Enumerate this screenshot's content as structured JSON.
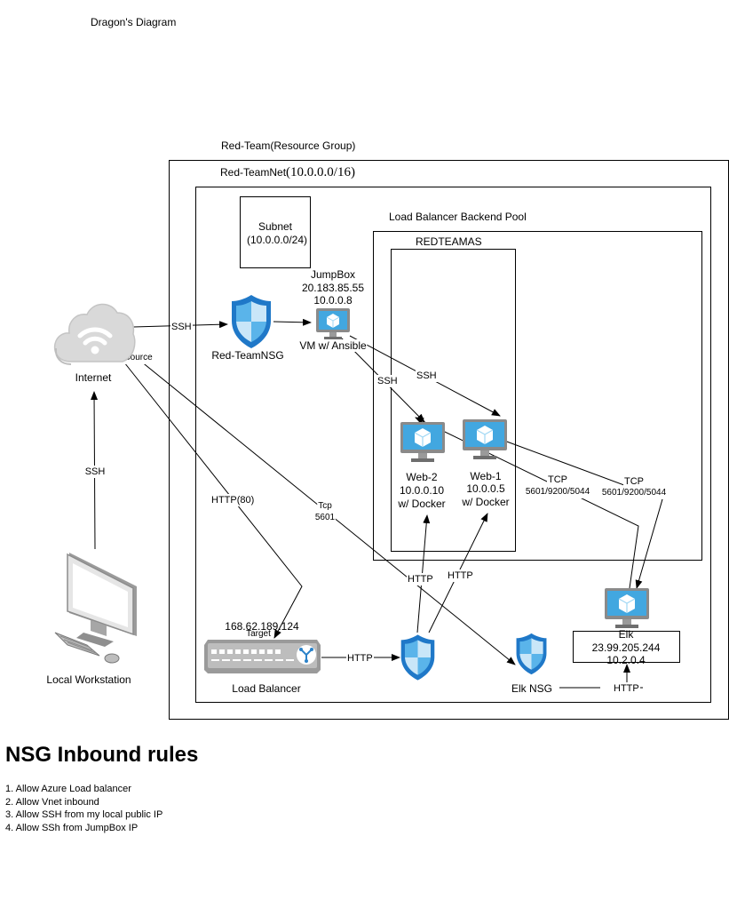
{
  "diagram_title": "Dragon's Diagram",
  "resource_group_label": "Red-Team(Resource Group)",
  "vnet": {
    "name": "Red-TeamNet",
    "cidr": "(10.0.0.0/16)"
  },
  "subnet": {
    "line1": "Subnet",
    "line2": "(10.0.0.0/24)"
  },
  "backend_pool_label": "Load Balancer Backend Pool",
  "availability_set_label": "REDTEAMAS",
  "jumpbox": {
    "name": "JumpBox",
    "public_ip": "20.183.85.55",
    "private_ip": "10.0.0.8",
    "caption": "VM w/ Ansible"
  },
  "red_team_nsg_label": "Red-TeamNSG",
  "internet_label": "Internet",
  "local_workstation_label": "Local Workstation",
  "web2": {
    "name": "Web-2",
    "ip": "10.0.0.10",
    "note": "w/ Docker"
  },
  "web1": {
    "name": "Web-1",
    "ip": "10.0.0.5",
    "note": "w/ Docker"
  },
  "elk": {
    "name": "Elk",
    "public_ip": "23.99.205.244",
    "private_ip": "10.2.0.4"
  },
  "elk_nsg_label": "Elk NSG",
  "load_balancer": {
    "label": "Load Balancer",
    "ip": "168.62.189.124",
    "target": "Target"
  },
  "edges": {
    "ssh_internet_nsg": "SSH",
    "source": "Source",
    "ssh_workstation": "SSH",
    "ssh_jump_web2": "SSH",
    "ssh_jump_web1": "SSH",
    "http_80": "HTTP(80)",
    "tcp_5601_line1": "Tcp",
    "tcp_5601_line2": "5601",
    "tcp_a_line1": "TCP",
    "tcp_a_line2": "5601/9200/5044",
    "tcp_b_line1": "TCP",
    "tcp_b_line2": "5601/9200/5044",
    "http_lb_nsg": "HTTP",
    "http_nsg_web2": "HTTP",
    "http_nsg_web1": "HTTP",
    "http_elk": "HTTP"
  },
  "nsg_rules_title": "NSG Inbound rules",
  "nsg_rules": [
    "1. Allow Azure Load balancer",
    "2. Allow Vnet inbound",
    "3. Allow SSH from my local public IP",
    "4. Allow SSh from JumpBox IP"
  ],
  "colors": {
    "azure_blue": "#1f78c8",
    "azure_light": "#50b6ea",
    "monitor_frame": "#8a8a8a",
    "cloud": "#dcdcdc"
  }
}
